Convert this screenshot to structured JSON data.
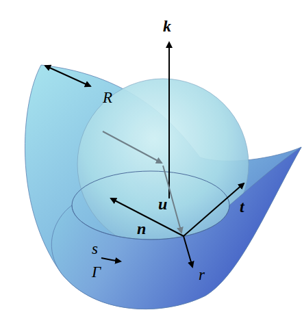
{
  "diagram": {
    "labels": [
      "k",
      "R",
      "u",
      "n",
      "t",
      "s",
      "Γ",
      "r"
    ]
  }
}
